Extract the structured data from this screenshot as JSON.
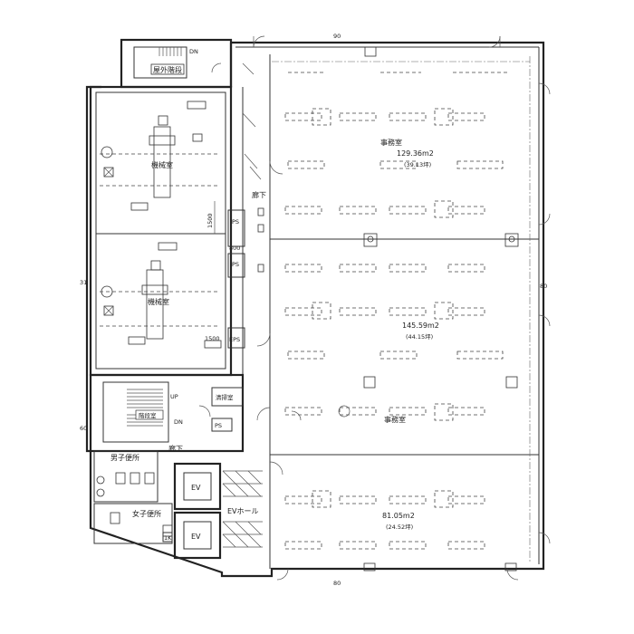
{
  "labels": {
    "office_top": "事務室",
    "office_top_area": "129.36m2",
    "office_top_tsubo": "(39.13坪)",
    "office_mid_area": "145.59m2",
    "office_mid_tsubo": "(44.15坪)",
    "office_bottom": "事務室",
    "office_bottom_area": "81.05m2",
    "office_bottom_tsubo": "(24.52坪)",
    "machine_room_1": "機械室",
    "machine_room_2": "機械室",
    "corridor_1": "廊下",
    "corridor_2": "廊下",
    "outdoor_stair": "屋外階段",
    "stairs": "階段室",
    "cleaning_room": "清掃室",
    "mens_toilet": "男子便所",
    "womens_toilet": "女子便所",
    "ev_hall": "EVホール",
    "ev_1": "EV",
    "ev_2": "EV",
    "ps_1": "PS",
    "ps_2": "PS",
    "ps_3": "PS",
    "eps": "EPS",
    "up": "UP",
    "dn_top": "DN",
    "dn_stair": "DN",
    "dim_1500": "1500",
    "dim_800": "800",
    "dim_1500b": "1500",
    "mark_1k": "1K",
    "grid_left": "31",
    "grid_left_2": "60",
    "grid_right": "80",
    "grid_top": "90",
    "grid_bottom": "80"
  }
}
